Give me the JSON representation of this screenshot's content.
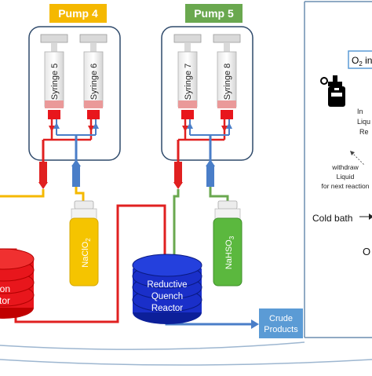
{
  "pumps": [
    {
      "label": "Pump 4",
      "color": "#F5B800",
      "syringes": [
        {
          "label": "Syringe 5"
        },
        {
          "label": "Syringe 6"
        }
      ]
    },
    {
      "label": "Pump 5",
      "color": "#6AA84F",
      "syringes": [
        {
          "label": "Syringe 7"
        },
        {
          "label": "Syringe 8"
        }
      ]
    }
  ],
  "bottles": [
    {
      "label": "NaClO",
      "sub": "2",
      "color": "#F5C400"
    },
    {
      "label": "NaHSO",
      "sub": "3",
      "color": "#5BB83E"
    }
  ],
  "reactors": {
    "left": {
      "lines": [
        "ation",
        "ctor"
      ],
      "color": "#E8161C"
    },
    "quench": {
      "lines": [
        "Reductive",
        "Quench",
        "Reactor"
      ],
      "color": "#1A2FC9"
    }
  },
  "crude_products": {
    "lines": [
      "Crude",
      "Products"
    ]
  },
  "right_panel": {
    "o2_label_main": "O",
    "o2_label_sub": "2",
    "o2_label_tail": " in",
    "fragments": [
      "In",
      "Liqu",
      "Re"
    ],
    "withdraw_lines": [
      "withdraw",
      "Liquid",
      "for next reaction"
    ],
    "cold_bath": "Cold bath",
    "bottom_fragment": "O"
  },
  "colors": {
    "pump_frame": "#2F4A6B",
    "tube_red": "#E02020",
    "tube_yellow": "#F5B800",
    "tube_green": "#6AA84F",
    "tube_blue": "#4A7EC8",
    "crude_box": "#5B9BD5",
    "panel_border": "#6B8DB0"
  }
}
